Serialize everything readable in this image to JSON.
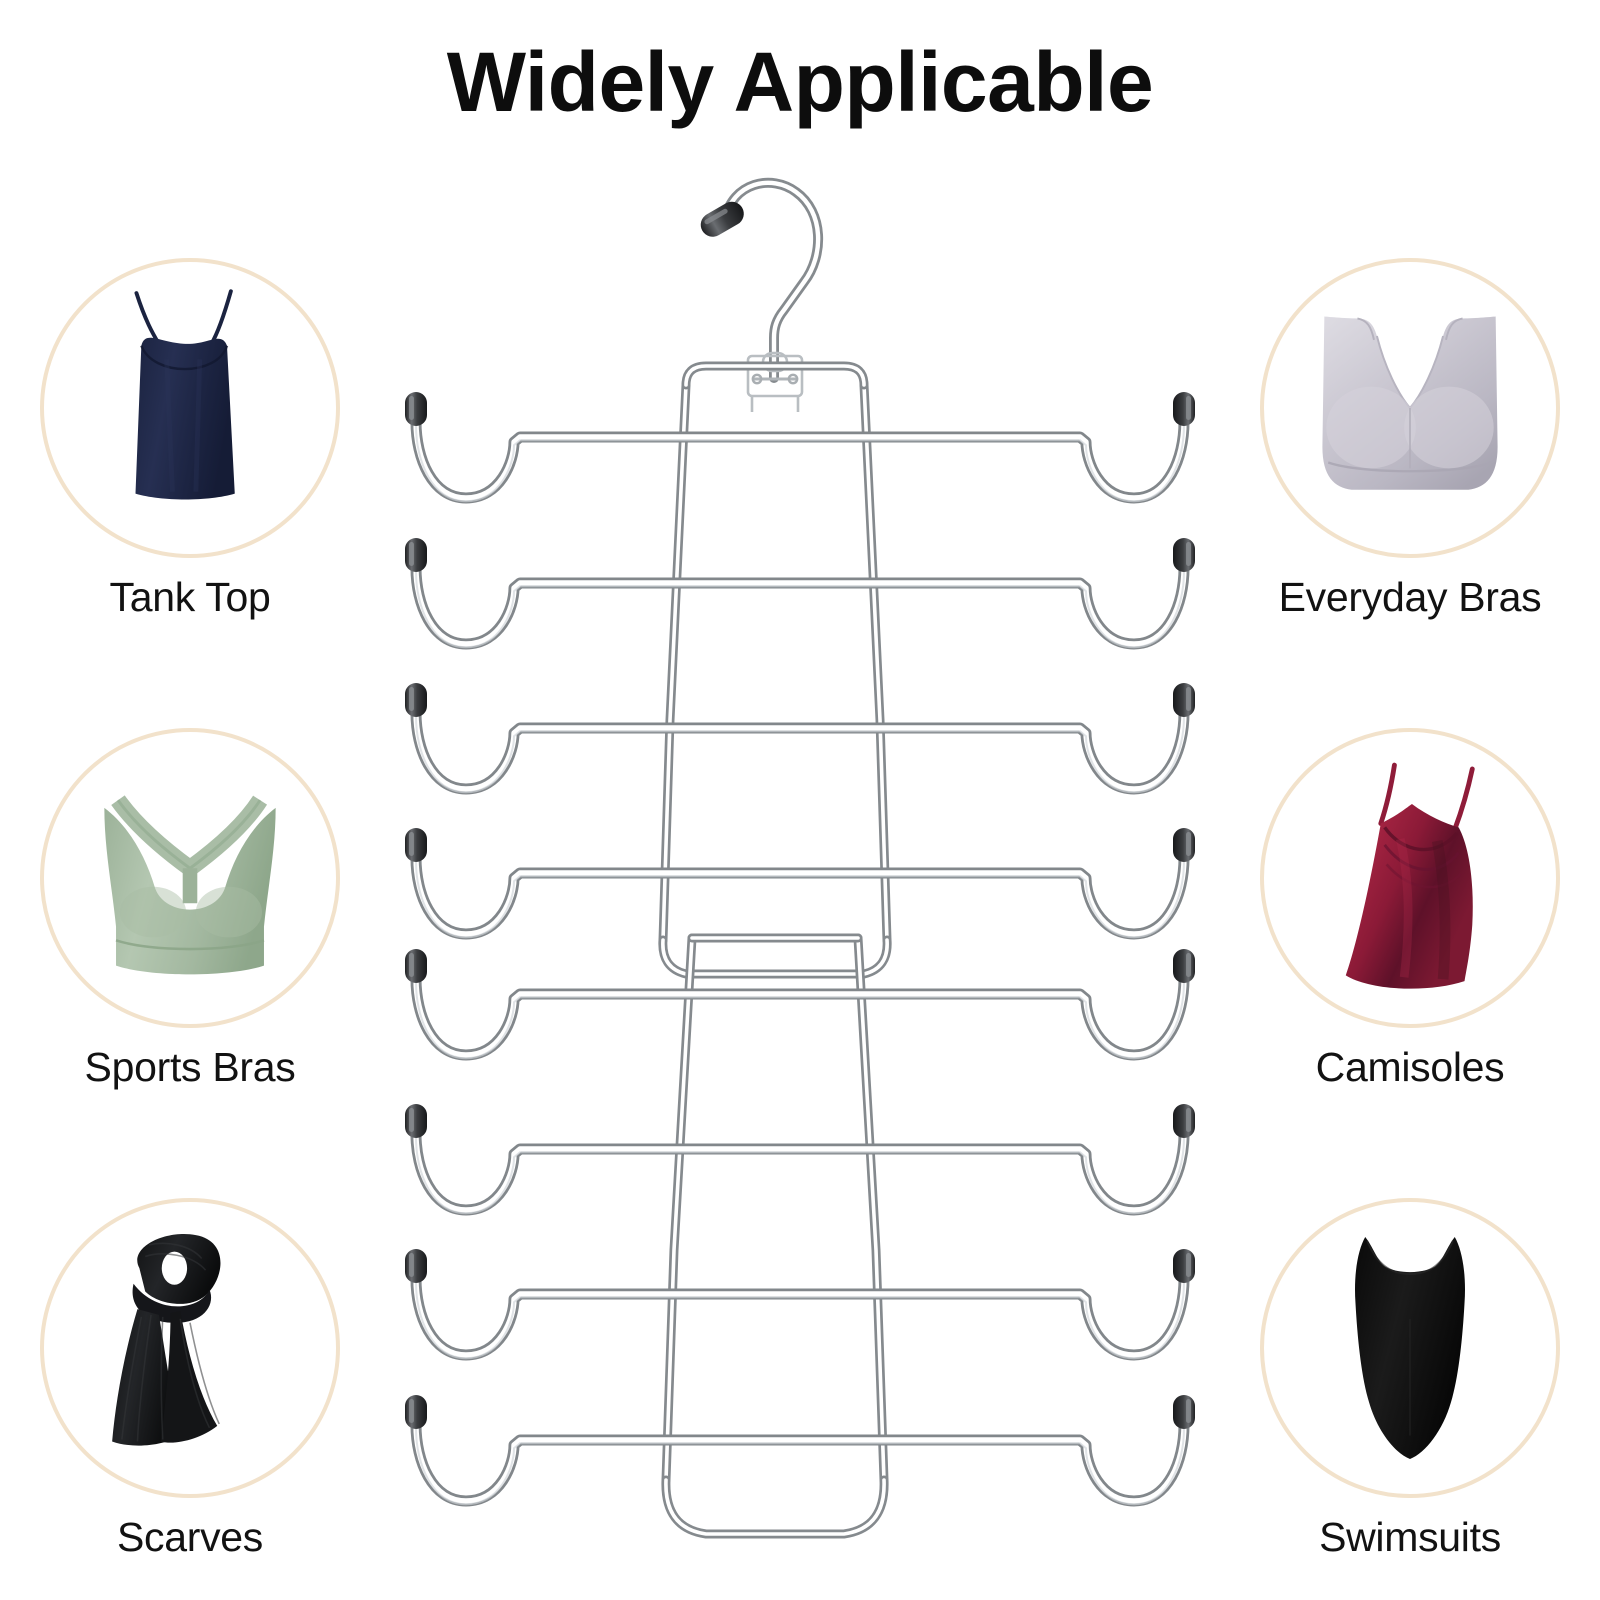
{
  "header": {
    "title": "Widely Applicable"
  },
  "theme": {
    "background": "#ffffff",
    "ring_color": "#f2e2cb",
    "text_color": "#121212",
    "chrome_light": "#ffffff",
    "chrome_mid": "#c8ccd0",
    "chrome_dark": "#7d8488",
    "tip_color": "#3a3a3c"
  },
  "features": {
    "left": [
      {
        "id": "tank-top",
        "label": "Tank Top",
        "garment": "navy camisole tank top",
        "colors": {
          "main": "#1d2542",
          "shade": "#141a31",
          "highlight": "#2b3558"
        }
      },
      {
        "id": "sports-bras",
        "label": "Sports Bras",
        "garment": "sage green racerback sports bra",
        "colors": {
          "main": "#a7bba4",
          "shade": "#8ea78b",
          "highlight": "#bdcfba"
        }
      },
      {
        "id": "scarves",
        "label": "Scarves",
        "garment": "black ribbed knit scarf",
        "colors": {
          "main": "#17181a",
          "shade": "#0b0c0d",
          "highlight": "#2a2c2f"
        }
      }
    ],
    "right": [
      {
        "id": "everyday-bras",
        "label": "Everyday Bras",
        "garment": "lavender grey wireless bra",
        "colors": {
          "main": "#c9c6cf",
          "shade": "#adaab6",
          "highlight": "#dddbe2"
        }
      },
      {
        "id": "camisoles",
        "label": "Camisoles",
        "garment": "burgundy satin cowl neck camisole",
        "colors": {
          "main": "#8c1a36",
          "shade": "#5b1027",
          "highlight": "#ad2a49"
        }
      },
      {
        "id": "swimsuits",
        "label": "Swimsuits",
        "garment": "black one piece swimsuit",
        "colors": {
          "main": "#111111",
          "shade": "#000000",
          "highlight": "#2c2c2c"
        }
      }
    ]
  },
  "product": {
    "name": "multi-tier hanger",
    "tier_count": 8,
    "hook": "swivel hook with rubber tip",
    "material": "chrome plated steel"
  }
}
